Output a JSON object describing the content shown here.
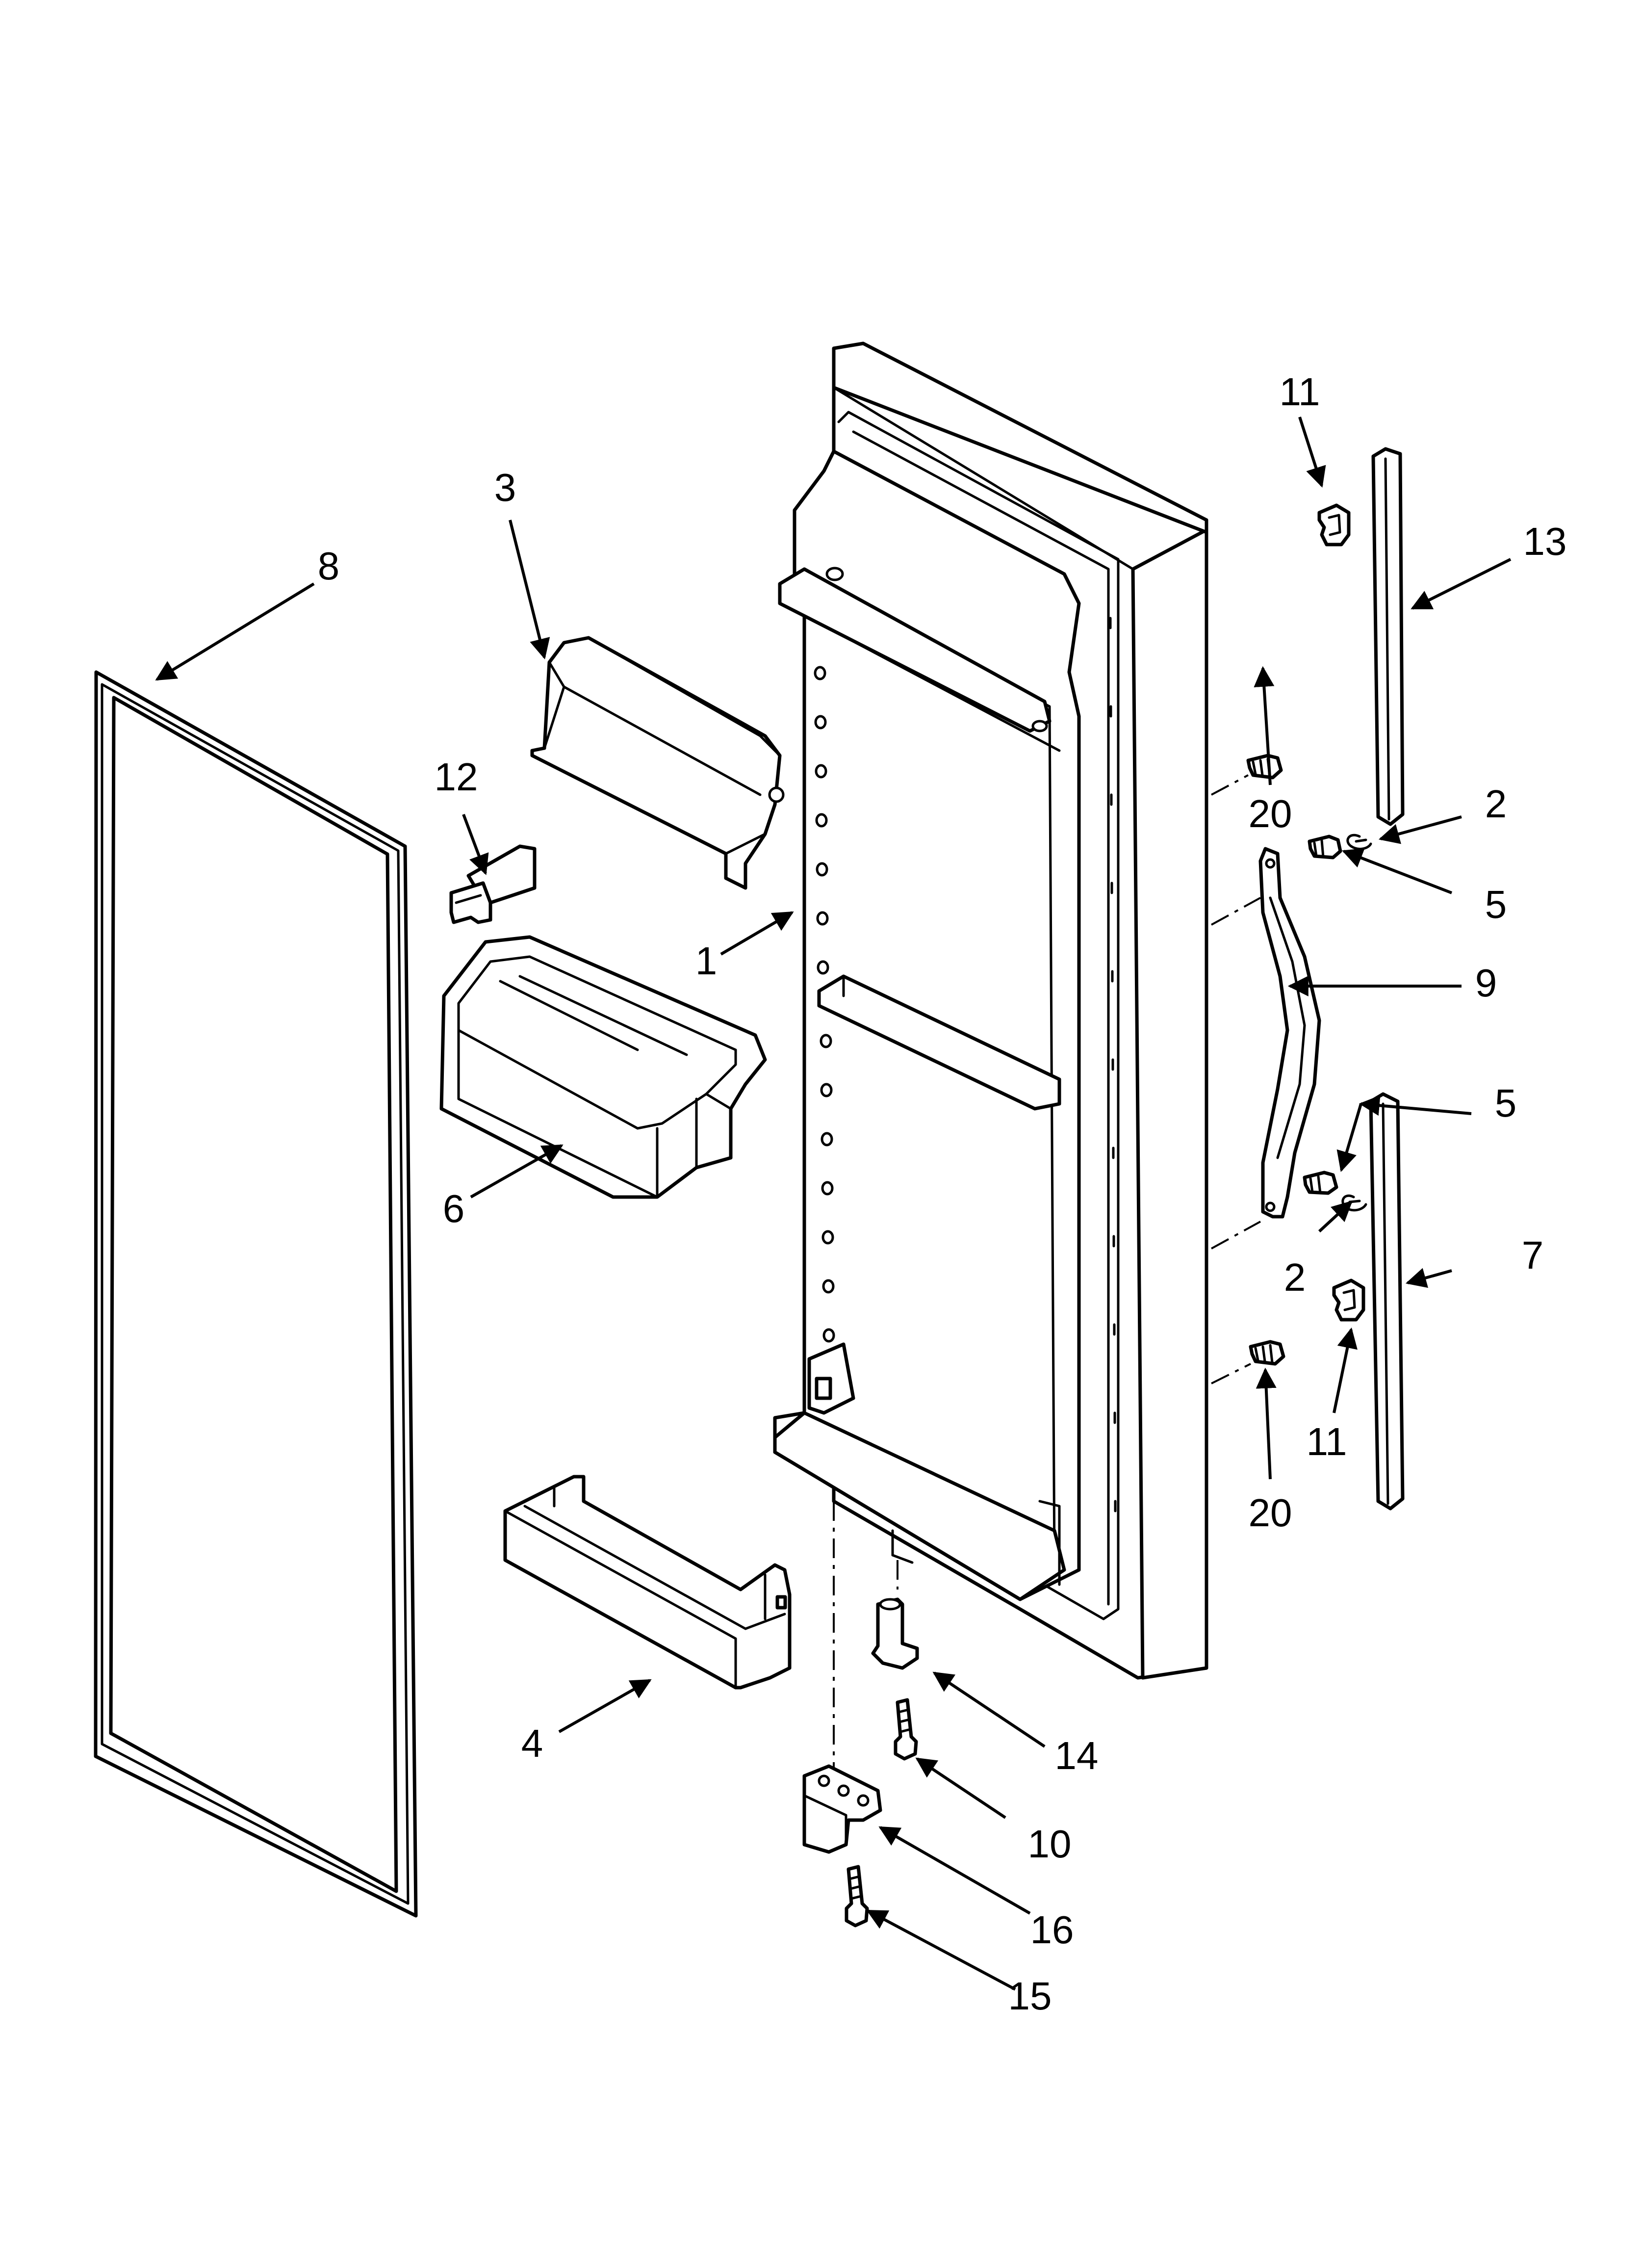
{
  "callouts": [
    {
      "id": "c1",
      "label": "1"
    },
    {
      "id": "c2a",
      "label": "2"
    },
    {
      "id": "c2b",
      "label": "2"
    },
    {
      "id": "c3",
      "label": "3"
    },
    {
      "id": "c4",
      "label": "4"
    },
    {
      "id": "c5a",
      "label": "5"
    },
    {
      "id": "c5b",
      "label": "5"
    },
    {
      "id": "c6",
      "label": "6"
    },
    {
      "id": "c7",
      "label": "7"
    },
    {
      "id": "c8",
      "label": "8"
    },
    {
      "id": "c9",
      "label": "9"
    },
    {
      "id": "c10",
      "label": "10"
    },
    {
      "id": "c11a",
      "label": "11"
    },
    {
      "id": "c11b",
      "label": "11"
    },
    {
      "id": "c12",
      "label": "12"
    },
    {
      "id": "c13",
      "label": "13"
    },
    {
      "id": "c14",
      "label": "14"
    },
    {
      "id": "c15",
      "label": "15"
    },
    {
      "id": "c16",
      "label": "16"
    },
    {
      "id": "c20a",
      "label": "20"
    },
    {
      "id": "c20b",
      "label": "20"
    }
  ]
}
